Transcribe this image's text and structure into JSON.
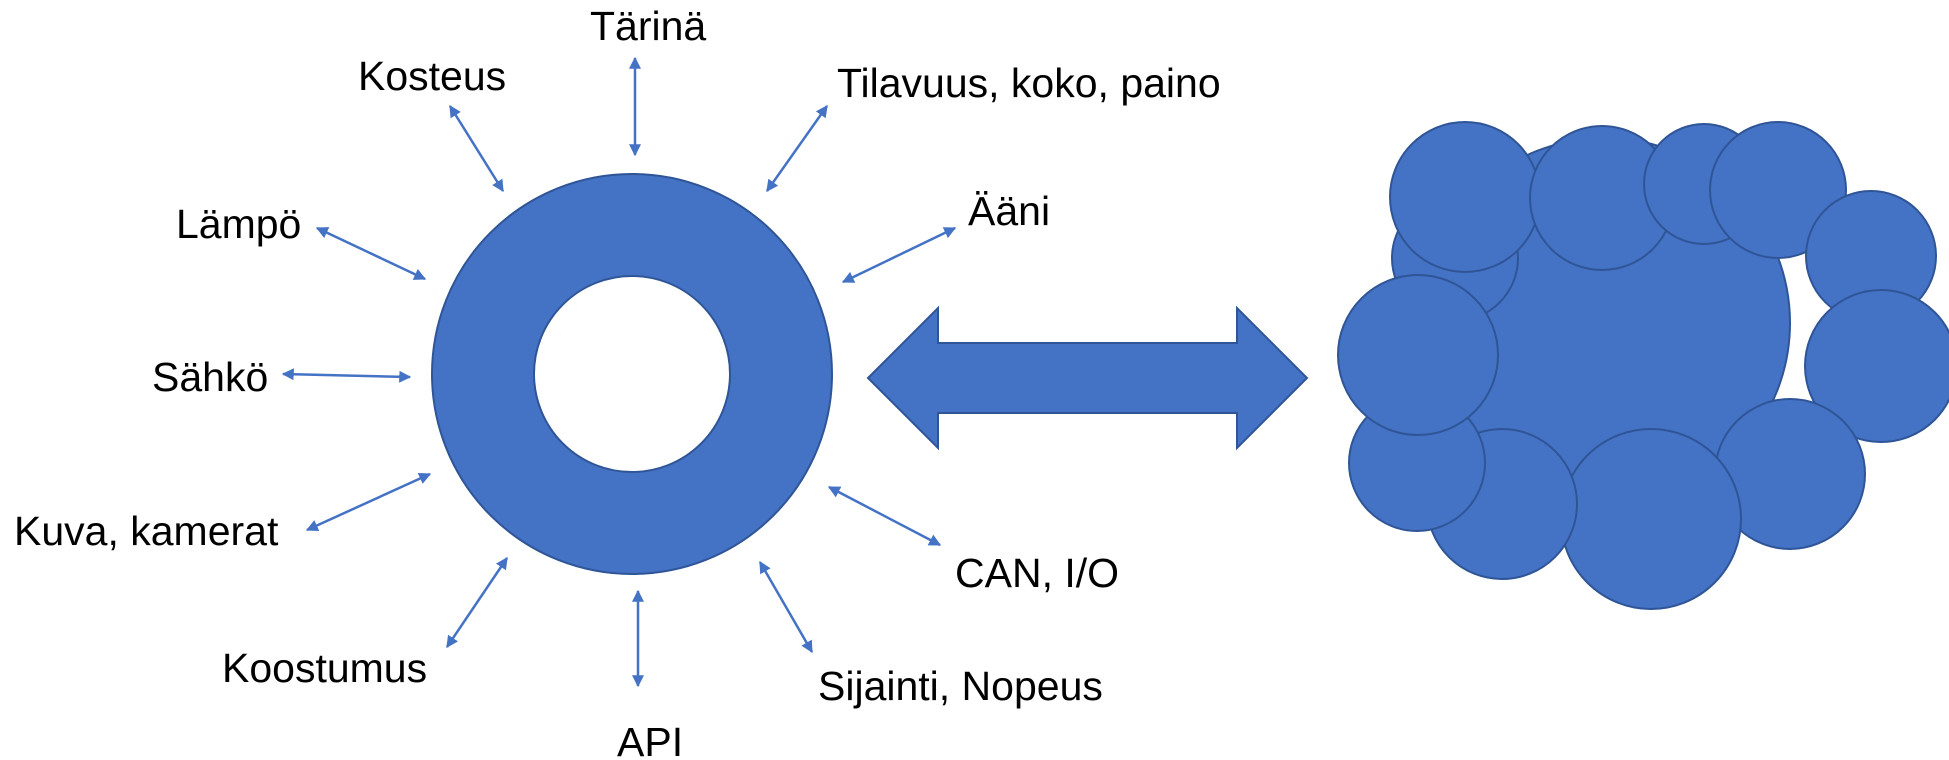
{
  "colors": {
    "shape_fill": "#4472C4",
    "shape_stroke": "#2F5597",
    "arrow": "#4472C4",
    "text": "#000000",
    "background": "#FFFFFF"
  },
  "labels": {
    "tarina": "Tärinä",
    "kosteus": "Kosteus",
    "tilavuus": "Tilavuus, koko, paino",
    "aani": "Ääni",
    "lampo": "Lämpö",
    "sahko": "Sähkö",
    "kuva": "Kuva, kamerat",
    "koostumus": "Koostumus",
    "api": "API",
    "can": "CAN, I/O",
    "sijainti": "Sijainti, Nopeus"
  }
}
